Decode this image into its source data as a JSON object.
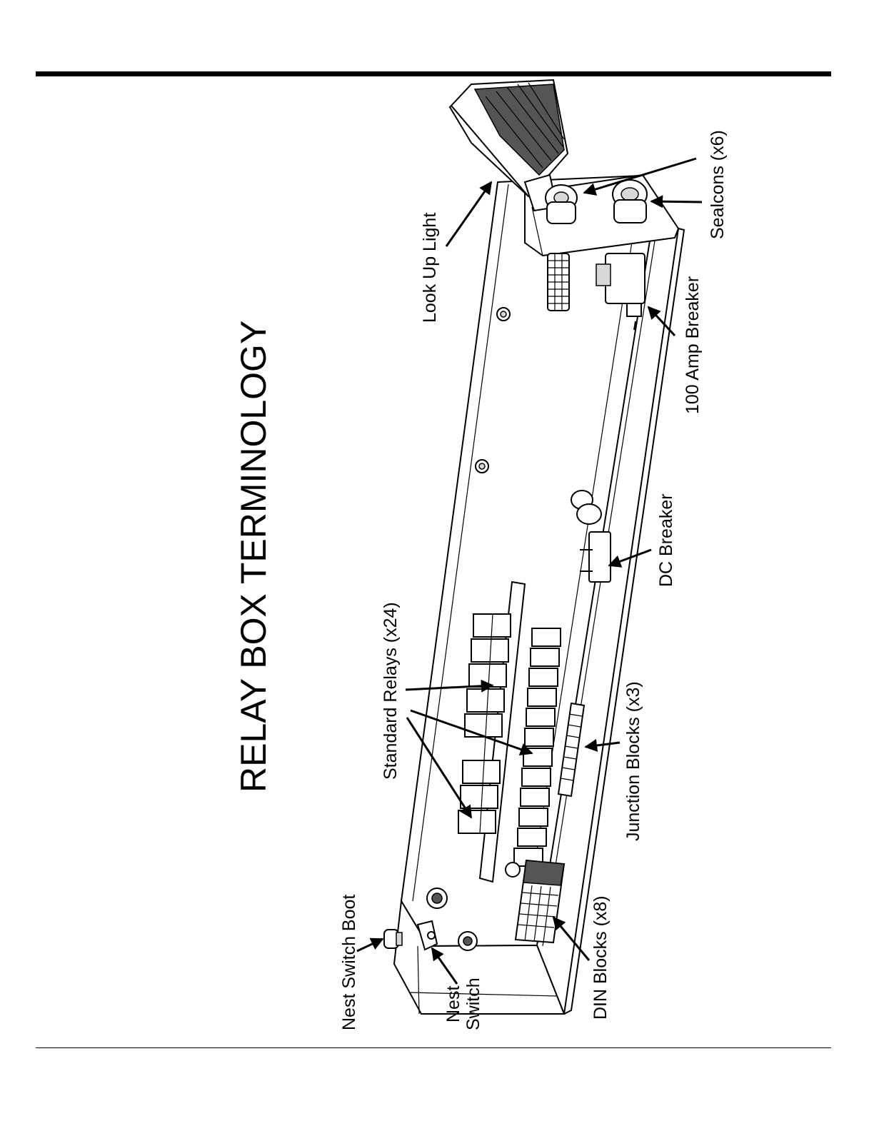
{
  "title": "RELAY BOX TERMINOLOGY",
  "labels": {
    "look_up_light": "Look Up Light",
    "sealcons": "Sealcons (x6)",
    "amp_breaker": "100 Amp Breaker",
    "dc_breaker": "DC Breaker",
    "standard_relays": "Standard Relays (x24)",
    "junction_blocks": "Junction Blocks (x3)",
    "din_blocks": "DIN Blocks (x8)",
    "nest_switch_boot": "Nest Switch Boot",
    "nest_switch_line1": "Nest",
    "nest_switch_line2": "Switch"
  }
}
